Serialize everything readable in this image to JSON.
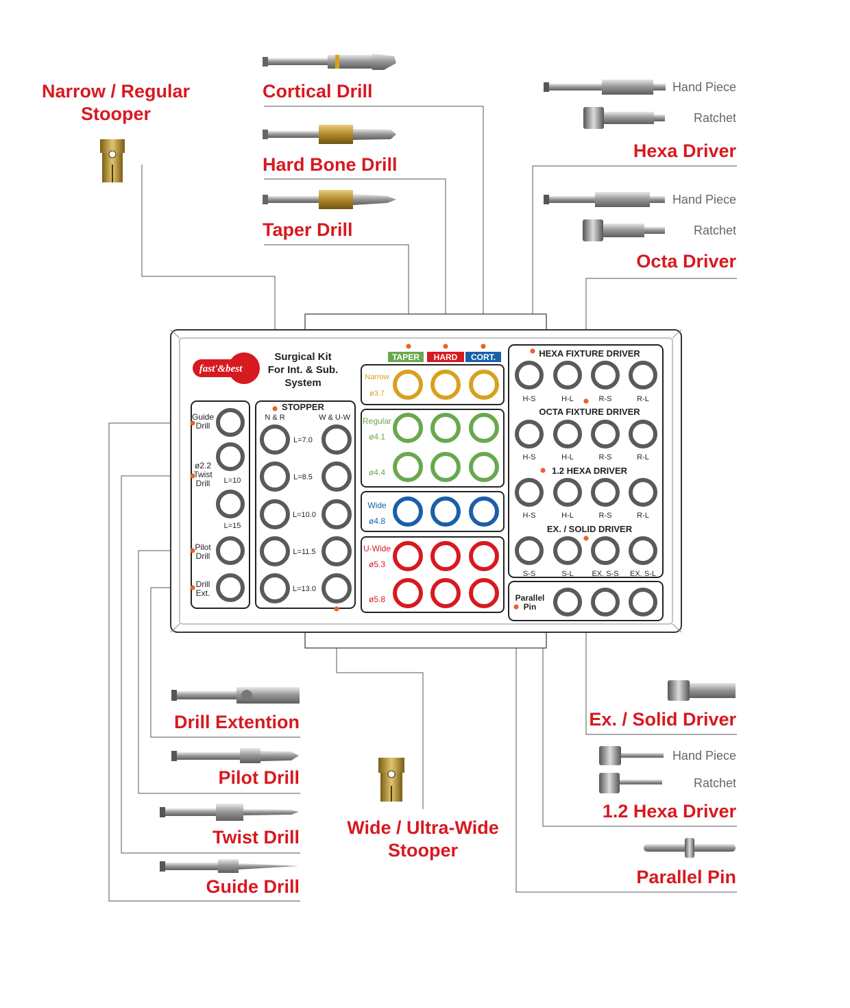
{
  "colors": {
    "accent_red": "#d71920",
    "taper": "#d9a01e",
    "regular": "#6aa84f",
    "wide": "#1b5fa8",
    "u_wide": "#d71920",
    "ring_gray": "#5a5a5a"
  },
  "callouts": {
    "narrow_regular_stooper": [
      "Narrow / Regular",
      "Stooper"
    ],
    "cortical_drill": "Cortical Drill",
    "hard_bone_drill": "Hard Bone Drill",
    "taper_drill": "Taper Drill",
    "hexa_driver": "Hexa Driver",
    "octa_driver": "Octa Driver",
    "drill_extention": "Drill Extention",
    "pilot_drill": "Pilot Drill",
    "twist_drill": "Twist Drill",
    "guide_drill": "Guide Drill",
    "wide_ultra_wide_stooper": [
      "Wide / Ultra-Wide",
      "Stooper"
    ],
    "ex_solid_driver": "Ex. / Solid Driver",
    "hexa_1_2_driver": "1.2 Hexa Driver",
    "parallel_pin": "Parallel Pin",
    "hand_piece": "Hand Piece",
    "ratchet": "Ratchet"
  },
  "kit": {
    "brand": "fast'&best",
    "title_lines": [
      "Surgical Kit",
      "For Int. & Sub.",
      "System"
    ],
    "left_panel": {
      "guide_drill": [
        "Guide",
        "Drill"
      ],
      "twist_drill": [
        "ø2.2",
        "Twist",
        "Drill"
      ],
      "pilot_drill": [
        "Pilot",
        "Drill"
      ],
      "drill_ext": [
        "Drill",
        "Ext."
      ],
      "length_labels": [
        "L=10",
        "L=15"
      ]
    },
    "stopper_panel": {
      "title": "STOPPER",
      "col_left": "N & R",
      "col_right": "W & U-W",
      "lengths": [
        "L=7.0",
        "L=8.5",
        "L=10.0",
        "L=11.5",
        "L=13.0"
      ]
    },
    "drill_panel": {
      "headers": [
        "TAPER",
        "HARD",
        "CORT."
      ],
      "groups": [
        {
          "name": "Narrow",
          "sizes": [
            "ø3.7"
          ]
        },
        {
          "name": "Regular",
          "sizes": [
            "ø4.1",
            "ø4.4"
          ]
        },
        {
          "name": "Wide",
          "sizes": [
            "ø4.8"
          ]
        },
        {
          "name": "U-Wide",
          "sizes": [
            "ø5.3",
            "ø5.8"
          ]
        }
      ]
    },
    "driver_panel": {
      "sections": [
        {
          "title": "HEXA FIXTURE DRIVER",
          "labels": [
            "H-S",
            "H-L",
            "R-S",
            "R-L"
          ]
        },
        {
          "title": "OCTA FIXTURE DRIVER",
          "labels": [
            "H-S",
            "H-L",
            "R-S",
            "R-L"
          ]
        },
        {
          "title": "1.2 HEXA DRIVER",
          "labels": [
            "H-S",
            "H-L",
            "R-S",
            "R-L"
          ]
        },
        {
          "title": "EX. / SOLID DRIVER",
          "labels": [
            "S-S",
            "S-L",
            "EX. S-S",
            "EX. S-L"
          ]
        }
      ],
      "parallel_pin": [
        "Parallel",
        "Pin"
      ]
    }
  }
}
